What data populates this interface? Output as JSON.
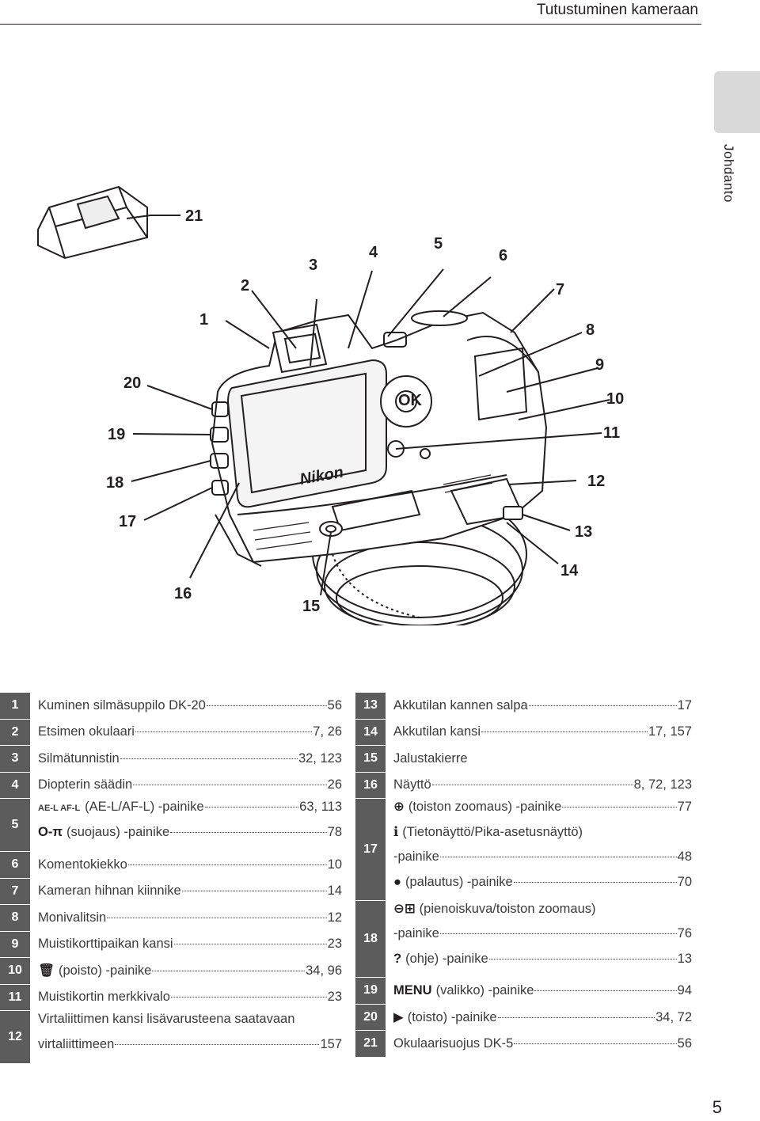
{
  "header": {
    "title": "Tutustuminen kameraan"
  },
  "side_tab": {
    "label": "Johdanto"
  },
  "page_number": "5",
  "icons": {
    "ael": "AE-L AF-L",
    "key": "O-π",
    "trash": "🗑",
    "zoom": "⊕",
    "info": "ℹ",
    "dot": "●",
    "thumb": "⊖⊞",
    "help": "?",
    "menu": "MENU",
    "play": "▶"
  },
  "callouts": [
    "1",
    "2",
    "3",
    "4",
    "5",
    "6",
    "7",
    "8",
    "9",
    "10",
    "11",
    "12",
    "13",
    "14",
    "15",
    "16",
    "17",
    "18",
    "19",
    "20",
    "21"
  ],
  "camera": {
    "brand": "Nikon",
    "ok": "OK"
  },
  "left_items": [
    {
      "num": "1",
      "label": "Kuminen silmäsuppilo DK-20",
      "pages": "56"
    },
    {
      "num": "2",
      "label": "Etsimen okulaari",
      "pages": "7, 26"
    },
    {
      "num": "3",
      "label": "Silmätunnistin",
      "pages": "32, 123"
    },
    {
      "num": "4",
      "label": "Diopterin säädin",
      "pages": "26"
    },
    {
      "num": "5",
      "label": "(AE-L/AF-L) -painike",
      "pages": "63, 113",
      "label2": "(suojaus) -painike",
      "pages2": "78"
    },
    {
      "num": "6",
      "label": "Komentokiekko",
      "pages": "10"
    },
    {
      "num": "7",
      "label": "Kameran hihnan kiinnike",
      "pages": "14"
    },
    {
      "num": "8",
      "label": "Monivalitsin",
      "pages": "12"
    },
    {
      "num": "9",
      "label": "Muistikorttipaikan kansi",
      "pages": "23"
    },
    {
      "num": "10",
      "label": "(poisto) -painike",
      "pages": "34, 96"
    },
    {
      "num": "11",
      "label": "Muistikortin merkkivalo",
      "pages": "23"
    },
    {
      "num": "12",
      "label": "Virtaliittimen kansi lisävarusteena saatavaan",
      "label2": "virtaliittimeen",
      "pages2": "157"
    }
  ],
  "right_items": [
    {
      "num": "13",
      "label": "Akkutilan kannen salpa",
      "pages": "17"
    },
    {
      "num": "14",
      "label": "Akkutilan kansi",
      "pages": "17, 157"
    },
    {
      "num": "15",
      "label": "Jalustakierre"
    },
    {
      "num": "16",
      "label": "Näyttö",
      "pages": "8, 72, 123"
    },
    {
      "num": "17",
      "lines": [
        {
          "label": "(toiston zoomaus) -painike",
          "pages": "77"
        },
        {
          "label": "(Tietonäyttö/Pika-asetusnäyttö)"
        },
        {
          "label": "-painike",
          "pages": "48"
        },
        {
          "label": "(palautus) -painike",
          "pages": "70"
        }
      ]
    },
    {
      "num": "18",
      "lines": [
        {
          "label": "(pienoiskuva/toiston zoomaus)"
        },
        {
          "label": "-painike",
          "pages": "76"
        },
        {
          "label": "(ohje) -painike",
          "pages": "13"
        }
      ]
    },
    {
      "num": "19",
      "label": "(valikko) -painike",
      "pages": "94"
    },
    {
      "num": "20",
      "label": "(toisto) -painike",
      "pages": "34, 72"
    },
    {
      "num": "21",
      "label": "Okulaarisuojus DK-5",
      "pages": "56"
    }
  ]
}
